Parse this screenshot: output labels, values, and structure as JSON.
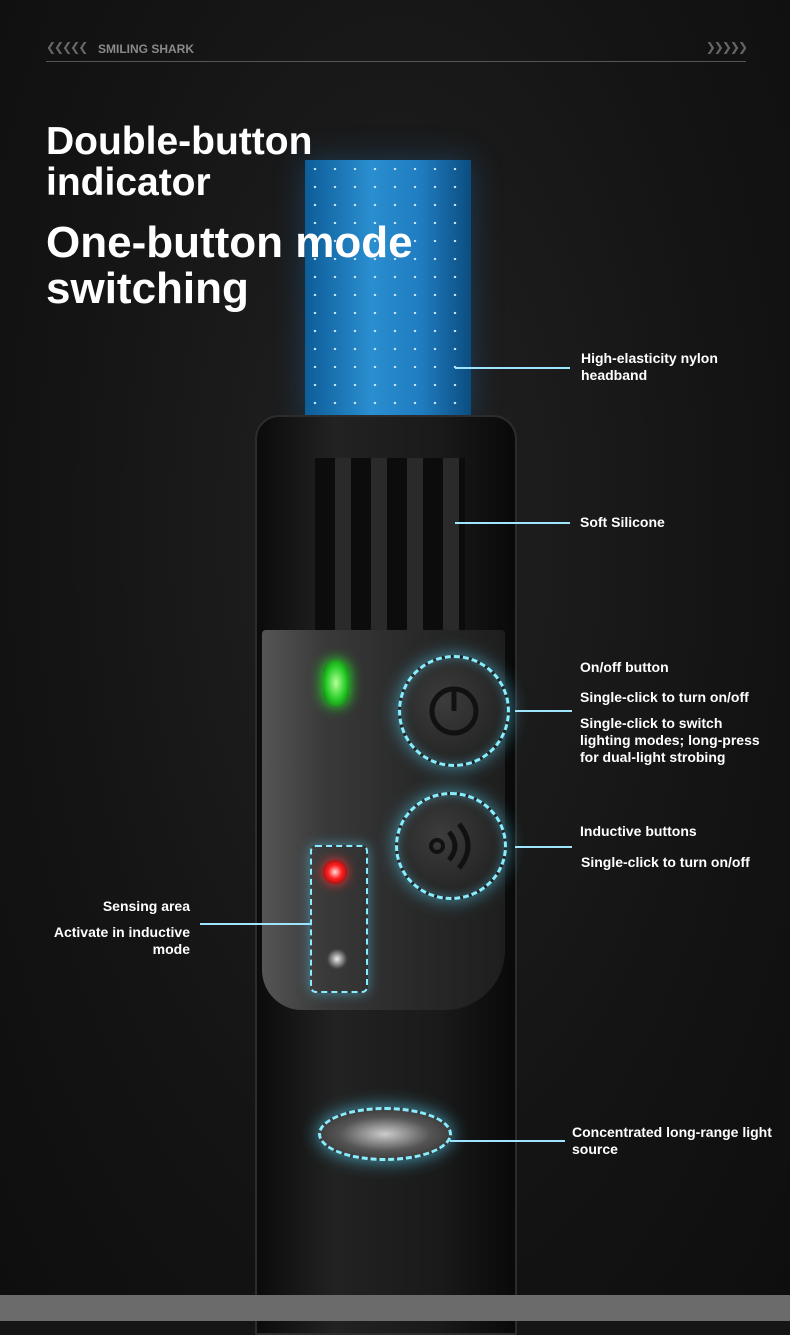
{
  "header": {
    "brand": "SMILING SHARK",
    "left_arrows": "❮❮❮❮❮",
    "right_arrows": "❯❯❯❯❯"
  },
  "title": {
    "line1": "Double-button indicator",
    "line2": "One-button mode switching"
  },
  "callouts": {
    "headband": "High-elasticity nylon headband",
    "silicone": "Soft Silicone",
    "onoff_title": "On/off button",
    "onoff_line1": "Single-click to turn on/off",
    "onoff_line2": "Single-click to switch lighting modes; long-press for dual-light strobing",
    "inductive_title": "Inductive buttons",
    "inductive_line1": "Single-click to turn on/off",
    "sensing_title": "Sensing area",
    "sensing_line1": "Activate in inductive mode",
    "lens": "Concentrated long-range light source"
  },
  "colors": {
    "accent": "#9ee6ff",
    "headband": "#2a8ed0",
    "led_green": "#2bd02b",
    "led_red": "#ff2222"
  }
}
